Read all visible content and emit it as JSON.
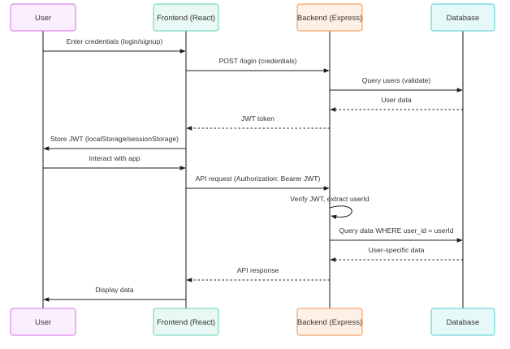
{
  "actors": [
    {
      "key": "user",
      "name": "User",
      "fill": "#fbeefe",
      "stroke": "#d98be8"
    },
    {
      "key": "frontend",
      "name": "Frontend (React)",
      "fill": "#e8f8f4",
      "stroke": "#7dd6c2"
    },
    {
      "key": "backend",
      "name": "Backend (Express)",
      "fill": "#fff0e5",
      "stroke": "#f2a46d"
    },
    {
      "key": "database",
      "name": "Database",
      "fill": "#e6f9f9",
      "stroke": "#6fd3d6"
    }
  ],
  "messages": [
    {
      "from": "user",
      "to": "frontend",
      "label": "Enter credentials (login/signup)",
      "style": "solid"
    },
    {
      "from": "frontend",
      "to": "backend",
      "label": "POST /login (credentials)",
      "style": "solid"
    },
    {
      "from": "backend",
      "to": "database",
      "label": "Query users (validate)",
      "style": "solid"
    },
    {
      "from": "database",
      "to": "backend",
      "label": "User data",
      "style": "dashed"
    },
    {
      "from": "backend",
      "to": "frontend",
      "label": "JWT token",
      "style": "dashed"
    },
    {
      "from": "frontend",
      "to": "user",
      "label": "Store JWT (localStorage/sessionStorage)",
      "style": "solid"
    },
    {
      "from": "user",
      "to": "frontend",
      "label": "Interact with app",
      "style": "solid"
    },
    {
      "from": "frontend",
      "to": "backend",
      "label": "API request (Authorization: Bearer JWT)",
      "style": "solid"
    },
    {
      "from": "backend",
      "to": "backend",
      "label": "Verify JWT, extract userId",
      "style": "solid"
    },
    {
      "from": "backend",
      "to": "database",
      "label": "Query data WHERE user_id = userId",
      "style": "solid"
    },
    {
      "from": "database",
      "to": "backend",
      "label": "User-specific data",
      "style": "dashed"
    },
    {
      "from": "backend",
      "to": "frontend",
      "label": "API response",
      "style": "dashed"
    },
    {
      "from": "frontend",
      "to": "user",
      "label": "Display data",
      "style": "solid"
    }
  ]
}
